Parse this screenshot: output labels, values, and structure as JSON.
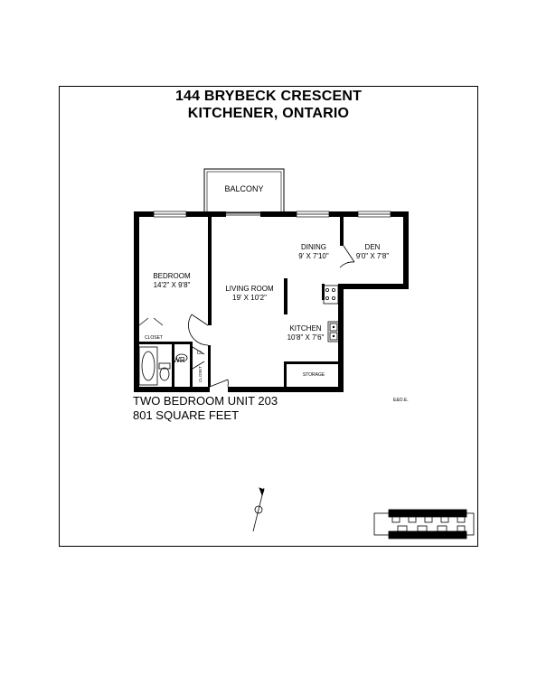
{
  "header": {
    "line1": "144 BRYBECK CRESCENT",
    "line2": "KITCHENER, ONTARIO"
  },
  "rooms": {
    "balcony": {
      "name": "BALCONY"
    },
    "dining": {
      "name": "DINING",
      "size": "9' X 7'10\""
    },
    "den": {
      "name": "DEN",
      "size": "9'0\" X 7'8\""
    },
    "bedroom": {
      "name": "BEDROOM",
      "size": "14'2\" X 9'8\""
    },
    "living": {
      "name": "LIVING ROOM",
      "size": "19' X 10'2\""
    },
    "kitchen": {
      "name": "KITCHEN",
      "size": "10'8\" X 7'6\""
    },
    "closet": {
      "name": "CLOSET"
    },
    "wr": {
      "name": "WR"
    },
    "cl": {
      "name": "CL"
    },
    "closet2": {
      "name": "CLOSET"
    },
    "storage": {
      "name": "STORAGE"
    }
  },
  "unit": {
    "name": "TWO BEDROOM UNIT 203",
    "area": "801 SQUARE FEET"
  },
  "disclaimer": "E&O.E.",
  "colors": {
    "wall": "#000000",
    "paper": "#ffffff"
  },
  "icons": [
    "compass-icon",
    "building-keyplan-icon"
  ]
}
